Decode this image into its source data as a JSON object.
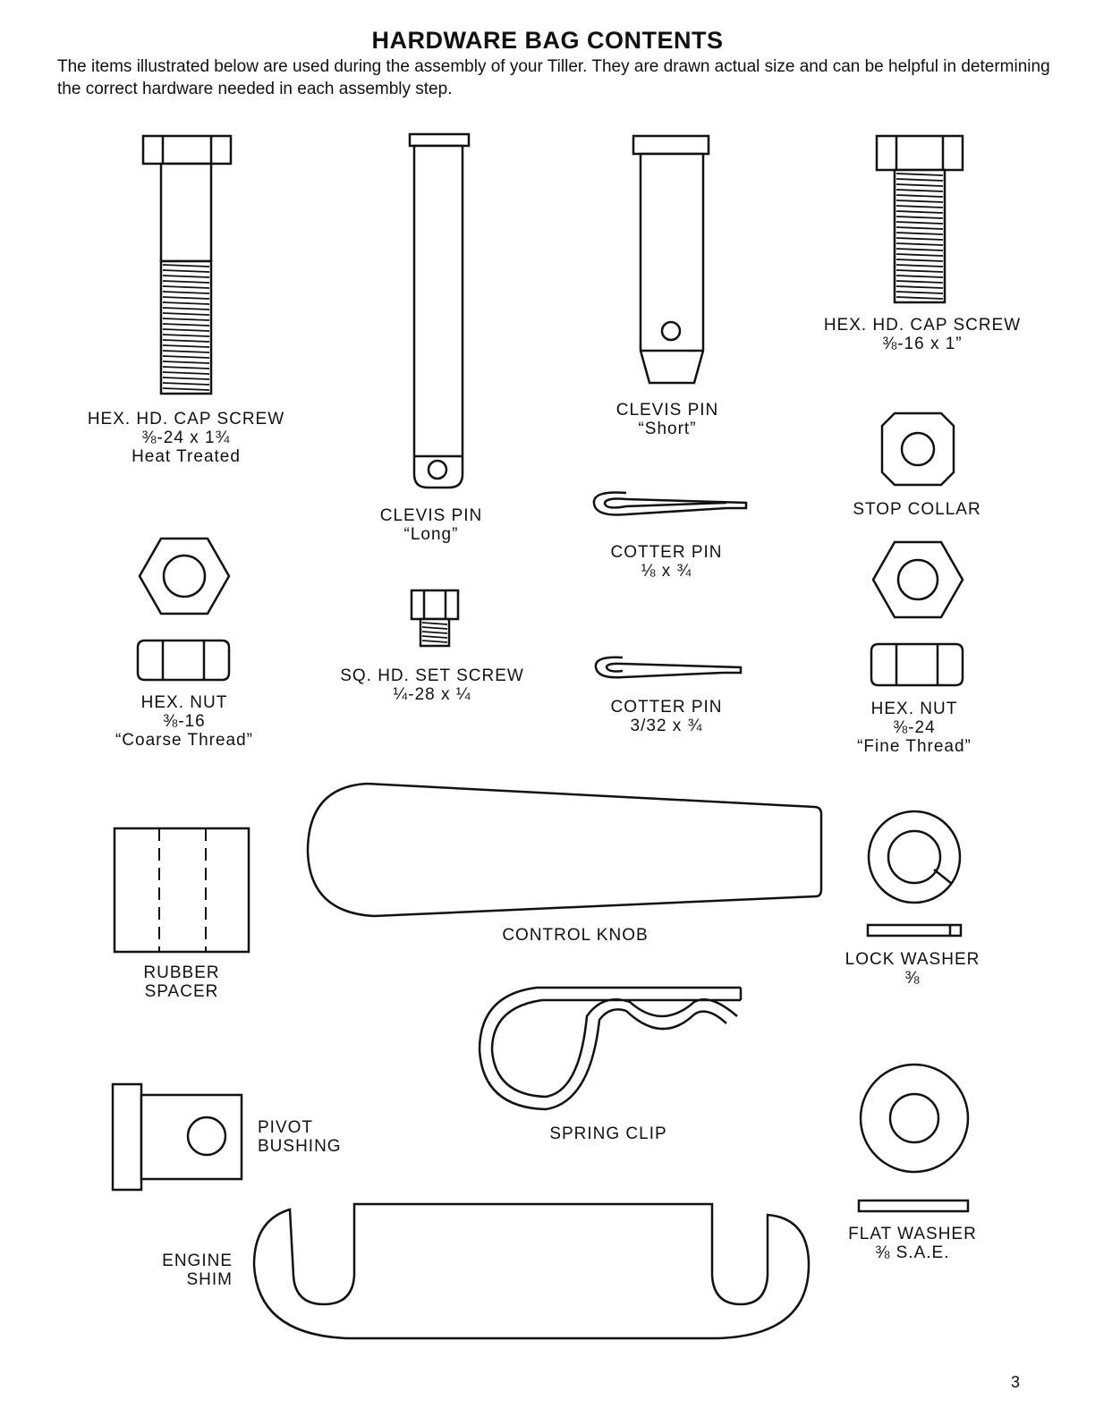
{
  "header": {
    "title": "HARDWARE BAG CONTENTS",
    "intro": "The items illustrated below are used during the assembly of your Tiller. They are drawn actual size and can be helpful in determining the correct hardware needed in each assembly step."
  },
  "items": {
    "cap_screw_long": {
      "name": "HEX. HD. CAP SCREW",
      "size": "⅜-24 x 1¾",
      "note": "Heat Treated"
    },
    "clevis_long": {
      "name": "CLEVIS PIN",
      "note": "“Long”"
    },
    "clevis_short": {
      "name": "CLEVIS PIN",
      "note": "“Short”"
    },
    "cap_screw_short": {
      "name": "HEX. HD. CAP SCREW",
      "size": "⅜-16 x 1”"
    },
    "stop_collar": {
      "name": "STOP COLLAR"
    },
    "cotter_pin_1": {
      "name": "COTTER PIN",
      "size": "⅛ x ¾"
    },
    "set_screw": {
      "name": "SQ. HD. SET SCREW",
      "size": "¼-28 x ¼"
    },
    "cotter_pin_2": {
      "name": "COTTER PIN",
      "size": "3/32 x ¾"
    },
    "hex_nut_coarse": {
      "name": "HEX. NUT",
      "size": "⅜-16",
      "note": "“Coarse Thread”"
    },
    "hex_nut_fine": {
      "name": "HEX. NUT",
      "size": "⅜-24",
      "note": "“Fine Thread”"
    },
    "rubber_spacer": {
      "line1": "RUBBER",
      "line2": "SPACER"
    },
    "control_knob": {
      "name": "CONTROL KNOB"
    },
    "lock_washer": {
      "name": "LOCK WASHER",
      "size": "⅜"
    },
    "spring_clip": {
      "name": "SPRING CLIP"
    },
    "pivot_bushing": {
      "line1": "PIVOT",
      "line2": "BUSHING"
    },
    "flat_washer": {
      "name": "FLAT WASHER",
      "size": "⅜ S.A.E."
    },
    "engine_shim": {
      "line1": "ENGINE",
      "line2": "SHIM"
    }
  },
  "footer": {
    "page_number": "3"
  }
}
